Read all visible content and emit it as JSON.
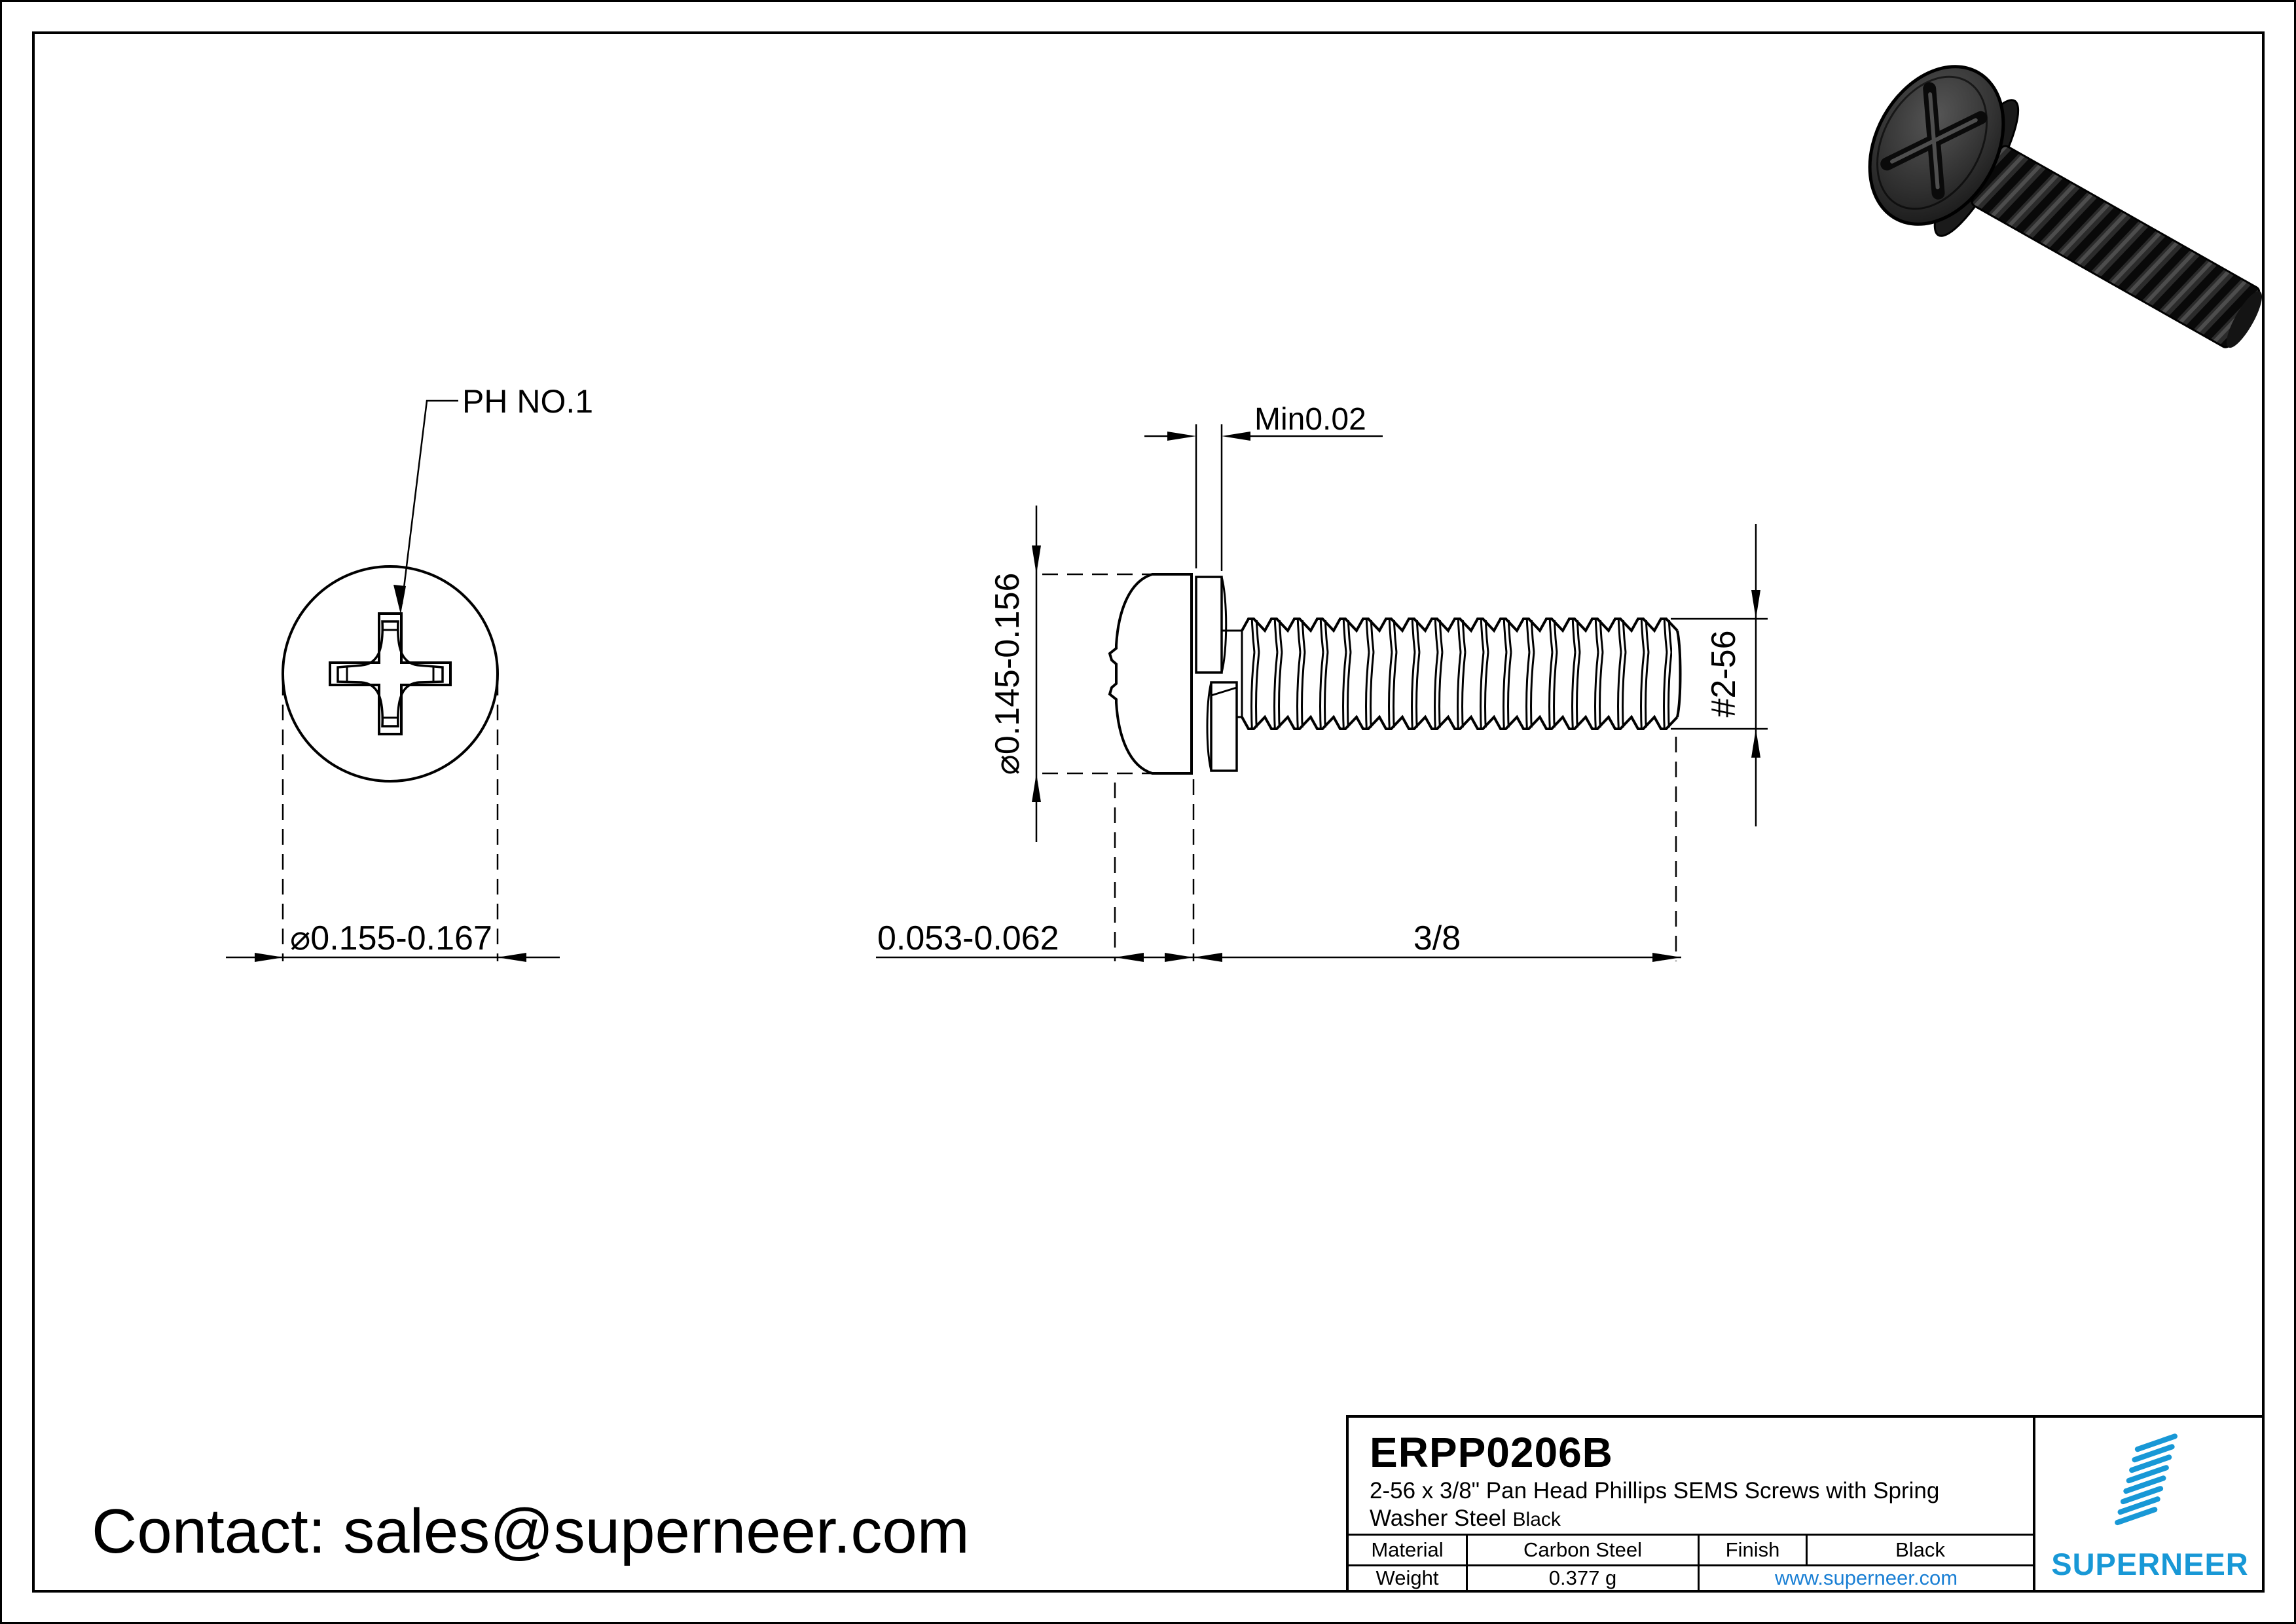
{
  "contact": {
    "line": "Contact: sales@superneer.com"
  },
  "views": {
    "front": {
      "ph_label": "PH NO.1",
      "head_diameter": "⌀0.155-0.167"
    },
    "side": {
      "washer_min_thickness": "Min0.02",
      "head_diameter": "⌀0.145-0.156",
      "thread_spec": "#2-56",
      "head_height": "0.053-0.062",
      "length": "3/8"
    }
  },
  "title_block": {
    "part_number": "ERPP0206B",
    "description_line1": "2-56 x 3/8\" Pan Head Phillips SEMS Screws with Spring",
    "description_line2": "Washer Steel ",
    "description_line2_suffix": "Black",
    "material_label": "Material",
    "material_value": "Carbon Steel",
    "finish_label": "Finish",
    "finish_value": "Black",
    "weight_label": "Weight",
    "weight_value": "0.377 g",
    "website": "www.superneer.com"
  },
  "logo": {
    "brand": "SUPERNEER"
  },
  "colors": {
    "line": "#000000",
    "accent_blue": "#1898d6",
    "link_blue": "#1a7fd4",
    "screw_dark": "#1c1c1c"
  }
}
